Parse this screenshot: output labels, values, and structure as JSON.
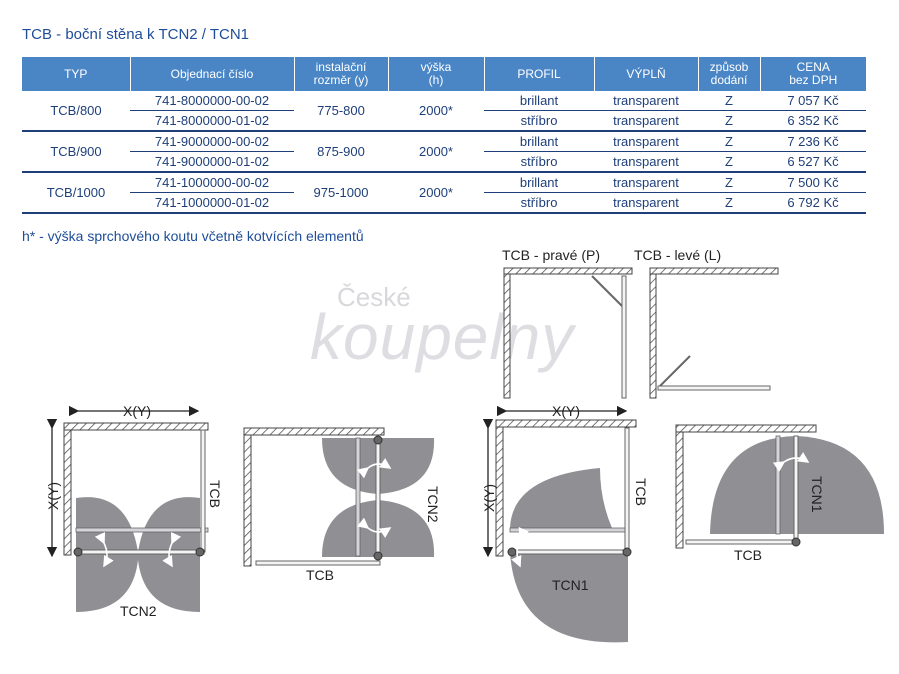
{
  "title": "TCB - boční stěna k TCN2 / TCN1",
  "table": {
    "headers": {
      "typ": "TYP",
      "objednaci": "Objednací číslo",
      "instalacni_1": "instalační",
      "instalacni_2": "rozměr  (y)",
      "vyska_1": "výška",
      "vyska_2": "(h)",
      "profil": "PROFIL",
      "vypln": "VÝPLŇ",
      "zpusob_1": "způsob",
      "zpusob_2": "dodání",
      "cena_1": "CENA",
      "cena_2": "bez DPH"
    },
    "groups": [
      {
        "typ": "TCB/800",
        "rozmer": "775-800",
        "vyska": "2000*",
        "rows": [
          {
            "cislo": "741-8000000-00-02",
            "profil": "brillant",
            "vypln": "transparent",
            "zpusob": "Z",
            "cena": "7 057 Kč"
          },
          {
            "cislo": "741-8000000-01-02",
            "profil": "stříbro",
            "vypln": "transparent",
            "zpusob": "Z",
            "cena": "6 352 Kč"
          }
        ]
      },
      {
        "typ": "TCB/900",
        "rozmer": "875-900",
        "vyska": "2000*",
        "rows": [
          {
            "cislo": "741-9000000-00-02",
            "profil": "brillant",
            "vypln": "transparent",
            "zpusob": "Z",
            "cena": "7 236 Kč"
          },
          {
            "cislo": "741-9000000-01-02",
            "profil": "stříbro",
            "vypln": "transparent",
            "zpusob": "Z",
            "cena": "6 527 Kč"
          }
        ]
      },
      {
        "typ": "TCB/1000",
        "rozmer": "975-1000",
        "vyska": "2000*",
        "rows": [
          {
            "cislo": "741-1000000-00-02",
            "profil": "brillant",
            "vypln": "transparent",
            "zpusob": "Z",
            "cena": "7 500 Kč"
          },
          {
            "cislo": "741-1000000-01-02",
            "profil": "stříbro",
            "vypln": "transparent",
            "zpusob": "Z",
            "cena": "6 792 Kč"
          }
        ]
      }
    ]
  },
  "note": "h* - výška sprchového koutu včetně kotvících elementů",
  "watermark": {
    "line1": "České",
    "line2": "koupelny"
  },
  "diagrams": {
    "pravy_label": "TCB - pravé (P)",
    "levy_label": "TCB - levé (L)",
    "xy": "X(Y)",
    "tcb": "TCB",
    "tcn2": "TCN2",
    "tcn1": "TCN1"
  },
  "colors": {
    "header_bg": "#4a86c6",
    "text": "#1e3f7a",
    "title": "#1e4d9a",
    "door_fill": "#8f8f94"
  }
}
